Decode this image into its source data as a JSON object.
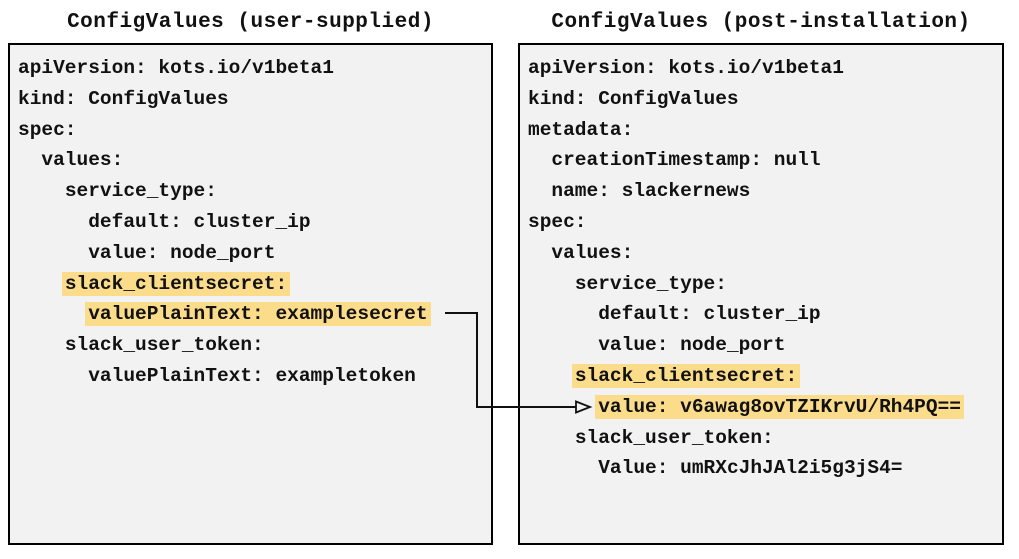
{
  "diagram": {
    "left": {
      "title": "ConfigValues (user-supplied)",
      "lines": [
        {
          "indent": "",
          "text": "apiVersion: kots.io/v1beta1",
          "highlight": false
        },
        {
          "indent": "",
          "text": "kind: ConfigValues",
          "highlight": false
        },
        {
          "indent": "",
          "text": "spec:",
          "highlight": false
        },
        {
          "indent": "  ",
          "text": "values:",
          "highlight": false
        },
        {
          "indent": "    ",
          "text": "service_type:",
          "highlight": false
        },
        {
          "indent": "      ",
          "text": "default: cluster_ip",
          "highlight": false
        },
        {
          "indent": "      ",
          "text": "value: node_port",
          "highlight": false
        },
        {
          "indent": "    ",
          "text": "slack_clientsecret:",
          "highlight": true
        },
        {
          "indent": "      ",
          "text": "valuePlainText: examplesecret",
          "highlight": true
        },
        {
          "indent": "    ",
          "text": "slack_user_token:",
          "highlight": false
        },
        {
          "indent": "      ",
          "text": "valuePlainText: exampletoken",
          "highlight": false
        }
      ]
    },
    "right": {
      "title": "ConfigValues (post-installation)",
      "lines": [
        {
          "indent": "",
          "text": "apiVersion: kots.io/v1beta1",
          "highlight": false
        },
        {
          "indent": "",
          "text": "kind: ConfigValues",
          "highlight": false
        },
        {
          "indent": "",
          "text": "metadata:",
          "highlight": false
        },
        {
          "indent": "  ",
          "text": "creationTimestamp: null",
          "highlight": false
        },
        {
          "indent": "  ",
          "text": "name: slackernews",
          "highlight": false
        },
        {
          "indent": "",
          "text": "spec:",
          "highlight": false
        },
        {
          "indent": "  ",
          "text": "values:",
          "highlight": false
        },
        {
          "indent": "    ",
          "text": "service_type:",
          "highlight": false
        },
        {
          "indent": "      ",
          "text": "default: cluster_ip",
          "highlight": false
        },
        {
          "indent": "      ",
          "text": "value: node_port",
          "highlight": false
        },
        {
          "indent": "    ",
          "text": "slack_clientsecret:",
          "highlight": true
        },
        {
          "indent": "      ",
          "text": "value: v6awag8ovTZIKrvU/Rh4PQ==",
          "highlight": true
        },
        {
          "indent": "    ",
          "text": "slack_user_token:",
          "highlight": false
        },
        {
          "indent": "      ",
          "text": "Value: umRXcJhJAl2i5g3jS4=",
          "highlight": false
        }
      ]
    },
    "colors": {
      "highlight": "#fbdc8b",
      "panel_bg": "#f2f2f2",
      "panel_border": "#000000",
      "arrow": "#000000",
      "text": "#111111"
    }
  }
}
